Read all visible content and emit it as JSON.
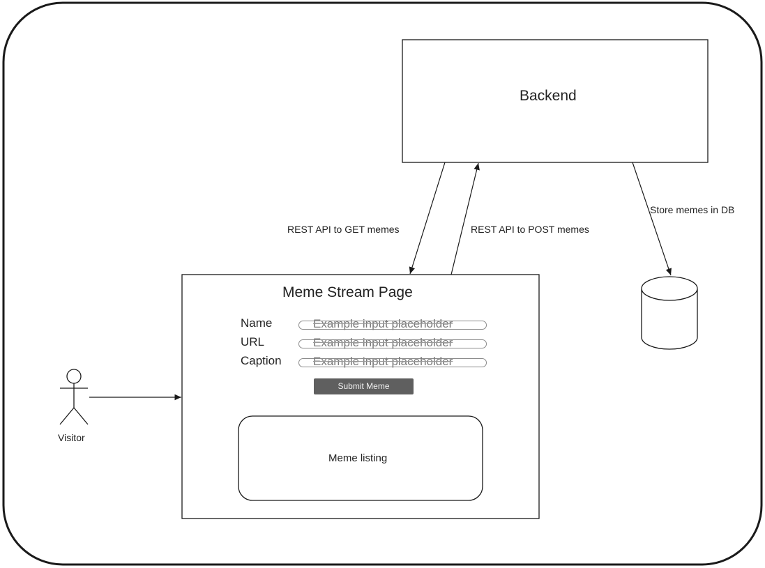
{
  "backend": {
    "title": "Backend"
  },
  "edges": {
    "get": "REST API to GET memes",
    "post": "REST API to POST memes",
    "store": "Store memes in DB"
  },
  "page": {
    "title": "Meme Stream Page",
    "fields": [
      {
        "label": "Name",
        "placeholder": "Example input placeholder"
      },
      {
        "label": "URL",
        "placeholder": "Example input placeholder"
      },
      {
        "label": "Caption",
        "placeholder": "Example input placeholder"
      }
    ],
    "submit_label": "Submit Meme",
    "listing_label": "Meme listing"
  },
  "actor": {
    "label": "Visitor"
  },
  "colors": {
    "stroke": "#1a1a1a",
    "button": "#5f5f5f",
    "input_border": "#8a8a8a"
  }
}
